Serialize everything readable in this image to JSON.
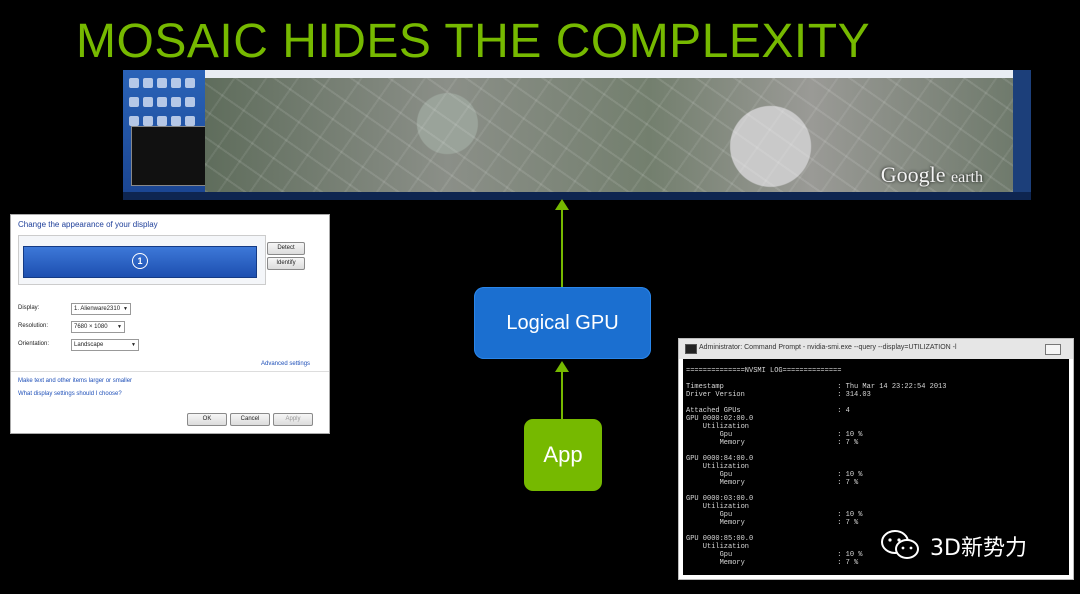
{
  "title": "MOSAIC HIDES THE COMPLEXITY",
  "google_earth": {
    "brand": "Google",
    "suffix": "earth"
  },
  "dialog": {
    "heading": "Change the appearance of your display",
    "monitor_number": "1",
    "detect_label": "Detect",
    "identify_label": "Identify",
    "display_label": "Display:",
    "display_value": "1. Alienware2310",
    "resolution_label": "Resolution:",
    "resolution_value": "7680 × 1080",
    "orientation_label": "Orientation:",
    "orientation_value": "Landscape",
    "advanced_link": "Advanced settings",
    "link_text_size": "Make text and other items larger or smaller",
    "link_which_settings": "What display settings should I choose?",
    "ok_label": "OK",
    "cancel_label": "Cancel",
    "apply_label": "Apply"
  },
  "diagram": {
    "logical_gpu_label": "Logical GPU",
    "app_label": "App"
  },
  "terminal": {
    "title": "Administrator: Command Prompt - nvidia-smi.exe --query --display=UTILIZATION -l",
    "lines": [
      "==============NVSMI LOG==============",
      "",
      "Timestamp                           : Thu Mar 14 23:22:54 2013",
      "Driver Version                      : 314.03",
      "",
      "Attached GPUs                       : 4",
      "GPU 0000:02:00.0",
      "    Utilization",
      "        Gpu                         : 10 %",
      "        Memory                      : 7 %",
      "",
      "GPU 0000:84:00.0",
      "    Utilization",
      "        Gpu                         : 10 %",
      "        Memory                      : 7 %",
      "",
      "GPU 0000:03:00.0",
      "    Utilization",
      "        Gpu                         : 10 %",
      "        Memory                      : 7 %",
      "",
      "GPU 0000:85:00.0",
      "    Utilization",
      "        Gpu                         : 10 %",
      "        Memory                      : 7 %"
    ]
  },
  "watermark": {
    "text": "3D新势力"
  },
  "colors": {
    "nvidia_green": "#76b900",
    "gpu_blue": "#1b6fd0"
  }
}
